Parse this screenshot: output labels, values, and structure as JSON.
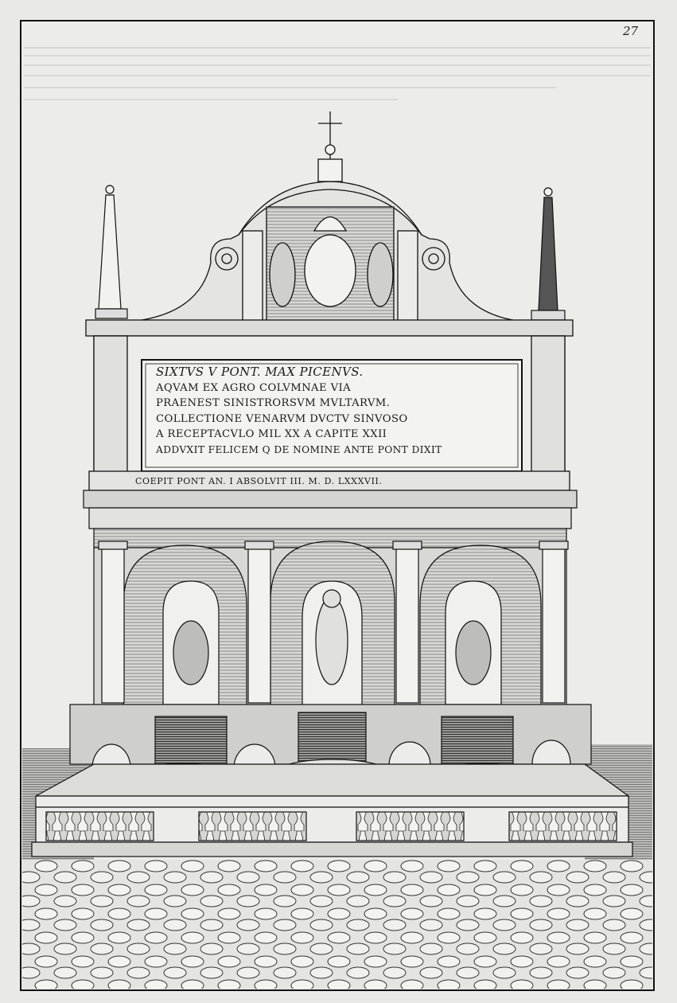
{
  "page_number": "27",
  "inscription": {
    "lines": [
      "SIXTVS V PONT. MAX PICENVS.",
      "AQVAM EX AGRO COLVMNAE VIA",
      "PRAENEST SINISTRORSVM MVLTARVM.",
      "COLLECTIONE VENARVM DVCTV SINVOSO",
      "A RECEPTACVLO MIL XX A CAPITE XXII",
      "ADDVXIT FELICEM Q DE NOMINE ANTE PONT DIXIT"
    ],
    "base_line": "COEPIT PONT AN. I ABSOLVIT III. M. D. LXXXVII."
  },
  "colors": {
    "paper": "#e9e9e6",
    "ink": "#1a1a1a"
  }
}
